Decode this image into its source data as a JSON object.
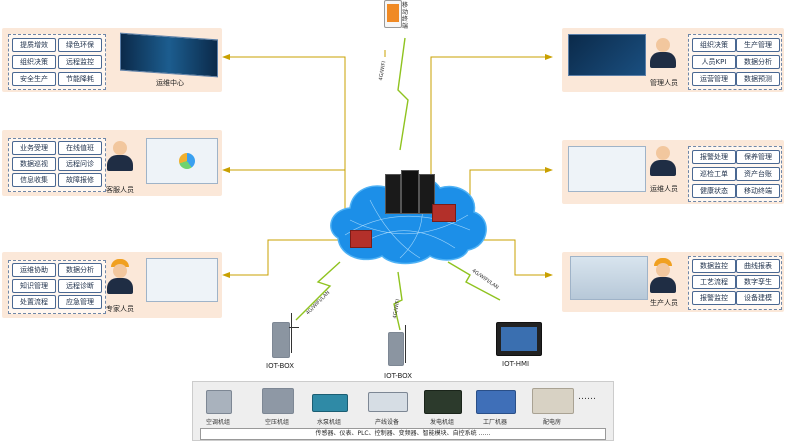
{
  "mobile": {
    "label": "移动终端"
  },
  "wifi_labels": {
    "top": "4G/WIFI",
    "left": "4G/WIFI/LAN",
    "mid": "4G/WIFI",
    "right": "4G/WIFI/LAN"
  },
  "control_center": {
    "title": "运维中心",
    "tags": [
      "提质增效",
      "绿色环保",
      "组织决策",
      "远程监控",
      "安全生产",
      "节能降耗"
    ]
  },
  "customer_service": {
    "title": "客服人员",
    "tags": [
      "业务受理",
      "在线值班",
      "数据巡视",
      "远程问诊",
      "信息收集",
      "故障报修"
    ]
  },
  "expert": {
    "title": "专家人员",
    "tags": [
      "运维协助",
      "数据分析",
      "知识管理",
      "远程诊断",
      "处置流程",
      "应急管理"
    ]
  },
  "management": {
    "title": "管理人员",
    "tags": [
      "组织决策",
      "生产管理",
      "人员KPI",
      "数据分析",
      "运营管理",
      "数据预测"
    ]
  },
  "operations": {
    "title": "运维人员",
    "tags": [
      "报警处理",
      "保养管理",
      "巡检工单",
      "资产台账",
      "健康状态",
      "移动终端"
    ]
  },
  "production": {
    "title": "生产人员",
    "tags": [
      "数据监控",
      "曲线报表",
      "工艺流程",
      "数字孪生",
      "报警监控",
      "设备建模"
    ]
  },
  "iot": {
    "box1": "IOT-BOX",
    "box2": "IOT-BOX",
    "hmi": "IOT-HMI"
  },
  "equipment": {
    "items": [
      "空调机组",
      "空压机组",
      "水泵机组",
      "产线设备",
      "发电机组",
      "工厂机器",
      "配电房"
    ],
    "more": "……",
    "footer": "传感器、仪表、PLC、控制器、变频器、智能模块、自控系统 ……"
  }
}
